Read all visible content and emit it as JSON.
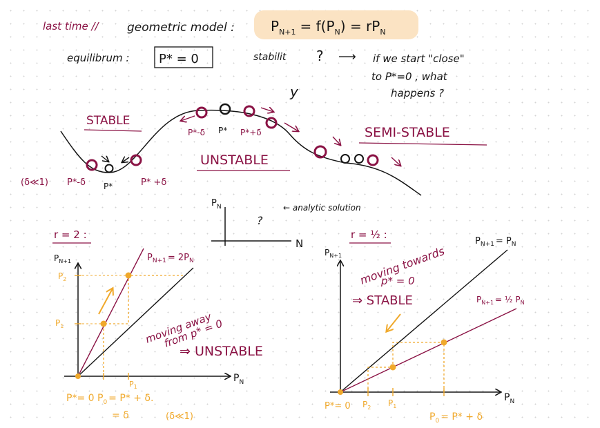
{
  "colors": {
    "maroon": "#8a1244",
    "black": "#151515",
    "gold": "#f0a92c",
    "highlight": "#fbe3c3",
    "grid_dot": "#d4d4d4"
  },
  "header": {
    "recap_label": "last time //",
    "model_label": "geometric model :",
    "model_equation": "P",
    "model_eq_sub": "N+1",
    "model_eq_rest": "= f(P",
    "model_eq_sub2": "N",
    "model_eq_end": ") = rP",
    "model_eq_sub3": "N"
  },
  "equilibrium": {
    "label": "equilibrum :",
    "value": "P* = 0"
  },
  "stability": {
    "label": "stabilit",
    "question_mark": "?",
    "arrow": "⟶",
    "question_line1": "if we start \"close\"",
    "question_line2": "to P*=0 , what",
    "question_line3": "happens ?",
    "y_mark": "y"
  },
  "landscape": {
    "stable_label": "STABLE",
    "unstable_label": "UNSTABLE",
    "semistable_label": "SEMI-STABLE",
    "delta_note": "(δ≪1)",
    "stable_left": "P*-δ",
    "stable_center": "P*",
    "stable_right": "P* +δ",
    "top_left": "P*-δ",
    "top_center": "P*",
    "top_right": "P*+δ"
  },
  "small_axes": {
    "y_label": "P",
    "y_sub": "N",
    "x_label": "N",
    "question": "?",
    "annotation": "← analytic solution"
  },
  "left_plot": {
    "r_label": "r = 2 :",
    "y_axis_label": "P",
    "y_axis_sub": "N+1",
    "line_label": "P",
    "line_label_sub": "N+1",
    "line_label_rest": "= 2P",
    "line_label_sub2": "N",
    "p2_label": "P",
    "p2_sub": "2",
    "p1_label": "P",
    "p1_sub": "1",
    "note_line1": "moving away",
    "note_line2": "from p* = 0",
    "conclusion": "⇒ UNSTABLE",
    "x_axis_label": "P",
    "x_axis_sub": "N",
    "bottom_p1": "P",
    "bottom_p1_sub": "1",
    "bottom_text1": "P*= 0 P",
    "bottom_text1_sub": "0",
    "bottom_text1_rest": "= P* + δ.",
    "bottom_text2": "= δ",
    "bottom_note": "(δ≪1)"
  },
  "right_plot": {
    "r_label": "r = ½ :",
    "y_axis_label": "P",
    "y_axis_sub": "N+1",
    "note_line1": "moving towards",
    "note_line2": "p* = 0",
    "conclusion": "⇒ STABLE",
    "identity_label": "P",
    "identity_sub": "N+1",
    "identity_rest": "= P",
    "identity_sub2": "N",
    "line_label": "P",
    "line_label_sub": "N+1",
    "line_label_rest": "= ½ P",
    "line_label_sub2": "N",
    "x_axis_label": "P",
    "x_axis_sub": "N",
    "bottom_text": "P*= 0",
    "bottom_p2": "P",
    "bottom_p2_sub": "2",
    "bottom_p1": "P",
    "bottom_p1_sub": "1",
    "bottom_p0": "P",
    "bottom_p0_sub": "0",
    "bottom_p0_rest": "= P* + δ"
  }
}
